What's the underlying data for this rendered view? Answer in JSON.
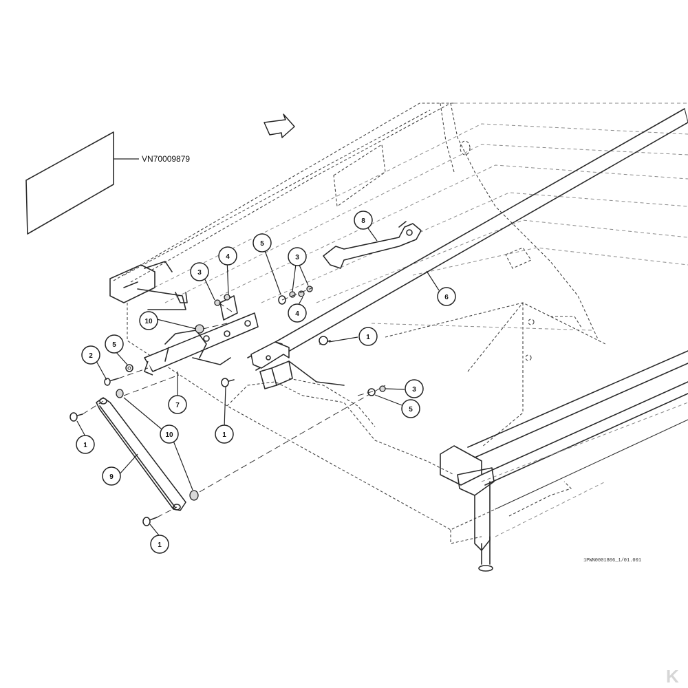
{
  "reference_label": "VN70009879",
  "drawing_code": "1PWN0001806_1/01.001",
  "corner_logo": "K",
  "callouts": [
    {
      "id": "c1a",
      "label": "1"
    },
    {
      "id": "c1b",
      "label": "1"
    },
    {
      "id": "c1c",
      "label": "1"
    },
    {
      "id": "c1d",
      "label": "1"
    },
    {
      "id": "c2",
      "label": "2"
    },
    {
      "id": "c3a",
      "label": "3"
    },
    {
      "id": "c3b",
      "label": "3"
    },
    {
      "id": "c3c",
      "label": "3"
    },
    {
      "id": "c4a",
      "label": "4"
    },
    {
      "id": "c4b",
      "label": "4"
    },
    {
      "id": "c5a",
      "label": "5"
    },
    {
      "id": "c5b",
      "label": "5"
    },
    {
      "id": "c5c",
      "label": "5"
    },
    {
      "id": "c6",
      "label": "6"
    },
    {
      "id": "c7",
      "label": "7"
    },
    {
      "id": "c8",
      "label": "8"
    },
    {
      "id": "c9",
      "label": "9"
    },
    {
      "id": "c10a",
      "label": "10"
    },
    {
      "id": "c10b",
      "label": "10"
    }
  ]
}
